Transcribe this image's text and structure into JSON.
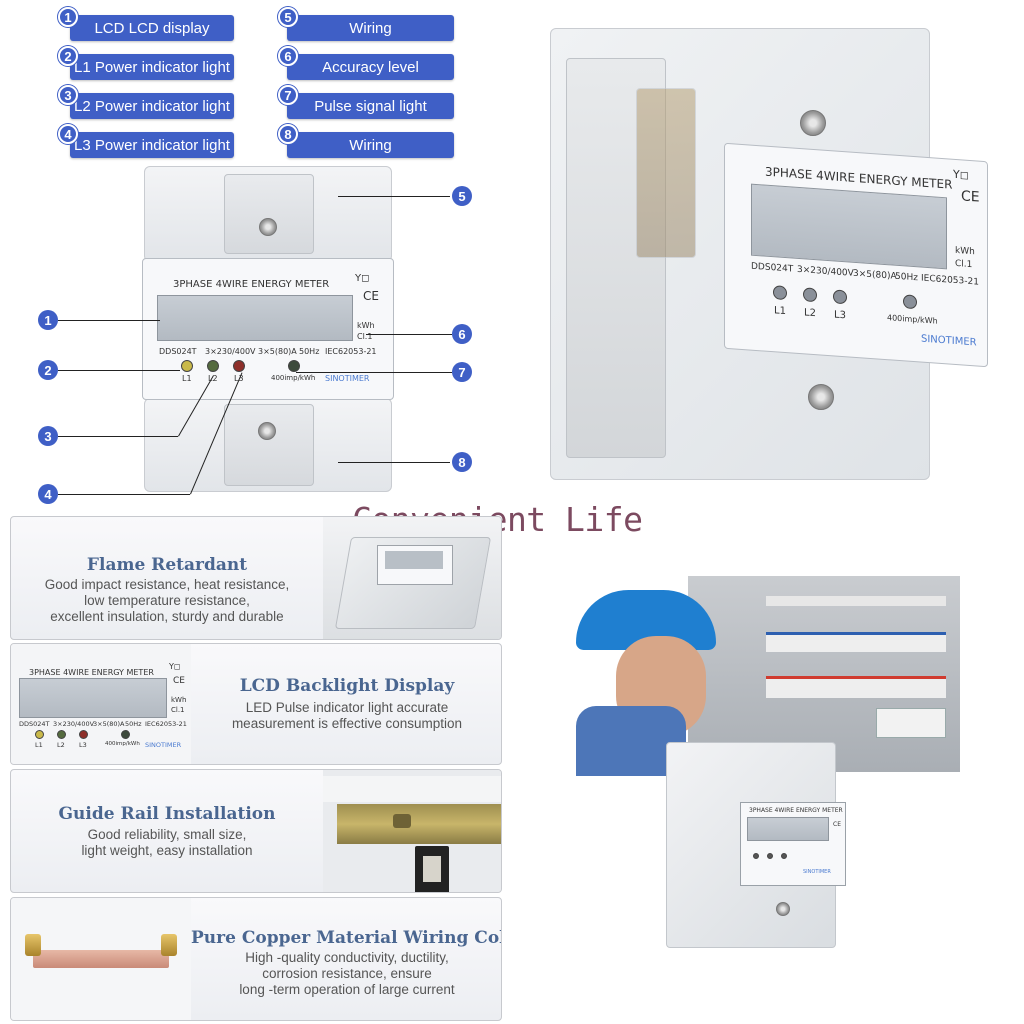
{
  "legend": [
    {
      "num": "1",
      "label": "LCD LCD display"
    },
    {
      "num": "2",
      "label": "L1 Power indicator light"
    },
    {
      "num": "3",
      "label": "L2 Power indicator light"
    },
    {
      "num": "4",
      "label": "L3 Power indicator light"
    },
    {
      "num": "5",
      "label": "Wiring"
    },
    {
      "num": "6",
      "label": "Accuracy level"
    },
    {
      "num": "7",
      "label": "Pulse signal light"
    },
    {
      "num": "8",
      "label": "Wiring"
    }
  ],
  "meter": {
    "title": "3PHASE 4WIRE ENERGY METER",
    "model": "DDS024T",
    "voltage": "3×230/400V",
    "current": "3×5(80)A",
    "frequency": "50Hz",
    "standard": "IEC62053-21",
    "unit": "kWh",
    "accuracy": "Cl.1",
    "pulse": "400imp/kWh",
    "brand": "SINOTIMER",
    "ce": "CE",
    "l1": "L1",
    "l2": "L2",
    "l3": "L3"
  },
  "callouts": [
    "1",
    "2",
    "3",
    "4",
    "5",
    "6",
    "7",
    "8"
  ],
  "watermark": "Convenient Life",
  "features": [
    {
      "title": "Flame Retardant",
      "body": [
        "Good impact resistance, heat resistance,",
        "low temperature resistance,",
        "excellent insulation, sturdy and durable"
      ]
    },
    {
      "title": "LCD Backlight Display",
      "body": [
        "LED Pulse indicator light accurate",
        "measurement is effective consumption"
      ]
    },
    {
      "title": "Guide Rail Installation",
      "body": [
        "Good reliability, small size,",
        "light weight, easy installation"
      ]
    },
    {
      "title": "Pure Copper Material Wiring Column",
      "body": [
        "High -quality conductivity, ductility,",
        "corrosion resistance, ensure",
        "long -term operation of large current"
      ]
    }
  ],
  "colors": {
    "accent": "#3f5fc6",
    "title_blue": "#4a6690",
    "watermark": "#7c4a60",
    "brand": "#4a7ad0"
  }
}
